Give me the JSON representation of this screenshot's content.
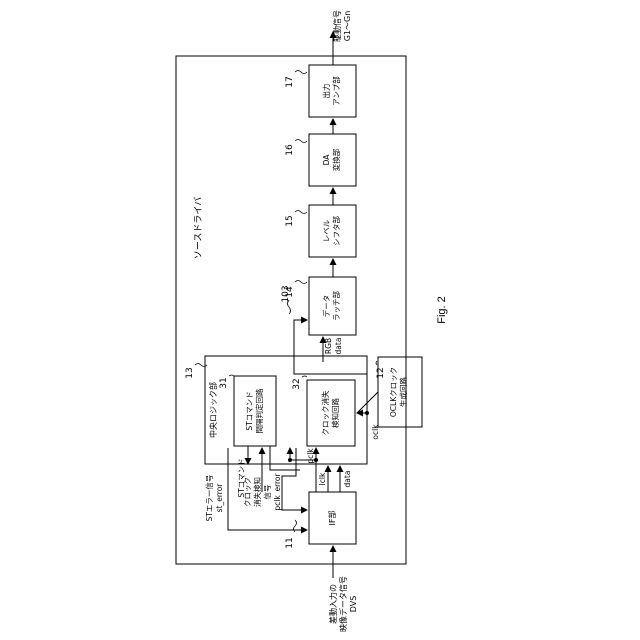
{
  "figure": {
    "caption": "Fig. 2",
    "outer_ref": "103",
    "outer_title": "ソースドライバ"
  },
  "blocks": {
    "if_block": {
      "ref": "11",
      "label": [
        "IF部"
      ]
    },
    "oclk": {
      "ref": "12",
      "label": [
        "OCLKクロック",
        "生成回路"
      ]
    },
    "central": {
      "ref": "13",
      "label": [
        "中央ロジック部"
      ]
    },
    "latch": {
      "ref": "14",
      "label": [
        "データ",
        "ラッチ部"
      ]
    },
    "shifter": {
      "ref": "15",
      "label": [
        "レベル",
        "シフタ部"
      ]
    },
    "da": {
      "ref": "16",
      "label": [
        "DA",
        "変換部"
      ]
    },
    "amp": {
      "ref": "17",
      "label": [
        "出力",
        "アンプ部"
      ]
    },
    "st_judge": {
      "ref": "31",
      "label": [
        "STコマンド",
        "間隔判定回路"
      ]
    },
    "clk_detect": {
      "ref": "32",
      "label": [
        "クロック消失",
        "検知回路"
      ]
    }
  },
  "signals": {
    "input": [
      "差動入力の",
      "映像データ信号",
      "DVS"
    ],
    "output": [
      "駆動信号",
      "G1～Gn"
    ],
    "st_error": [
      "STエラー信号",
      "st_error"
    ],
    "st_command": "STコマンド",
    "pclk_error": [
      "クロック",
      "消失検知",
      "信号",
      "pclk_error"
    ],
    "pclk": "pclk",
    "lclk": "lclk",
    "data": "data",
    "rgb": [
      "RGB",
      "data"
    ],
    "oclk": "oclk"
  }
}
